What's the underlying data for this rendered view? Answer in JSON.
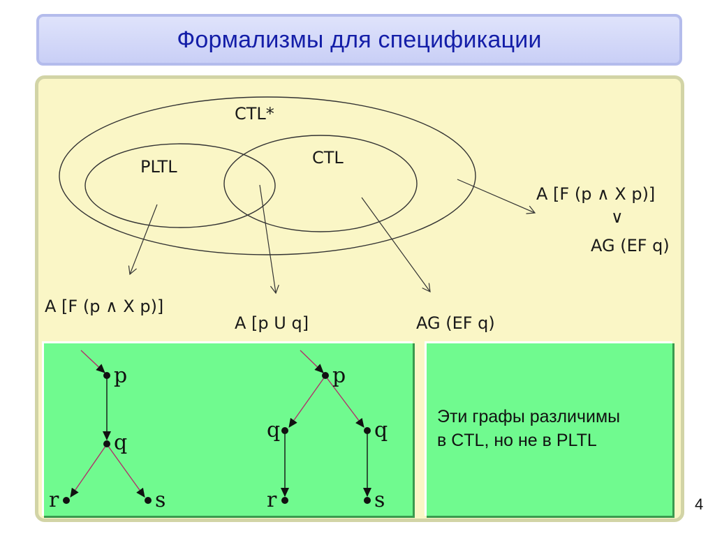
{
  "title": "Формализмы для спецификации",
  "sets": {
    "ctl_star": "CTL*",
    "pltl": "PLTL",
    "ctl": "CTL"
  },
  "formulas": {
    "pltl_example": "A [F (p ∧ X p)]",
    "common_example": "A [p U q]",
    "ctl_example": "AG (EF q)",
    "ctlstar_line1": "A [F (p ∧ X p)]",
    "ctlstar_or": "∨",
    "ctlstar_line2": "AG (EF q)"
  },
  "graph1": {
    "nodes": [
      "p",
      "q",
      "r",
      "s"
    ]
  },
  "graph2": {
    "nodes": [
      "p",
      "q",
      "q",
      "r",
      "s"
    ]
  },
  "note": {
    "line1": "Эти графы различимы",
    "line2": "в CTL, но не в PLTL"
  },
  "page_number": "4",
  "colors": {
    "title_text": "#141ea8",
    "title_bg": "#c9cff6",
    "panel_bg": "#faf6c6",
    "green_panel": "#70fa8f",
    "graph_edge_pink": "#b0306a"
  }
}
